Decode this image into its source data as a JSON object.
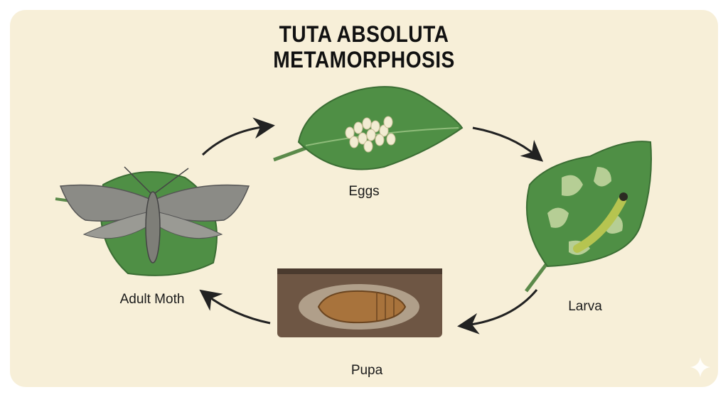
{
  "title": {
    "line1": "TUTA ABSOLUTA",
    "line2": "METAMORPHOSIS"
  },
  "stages": {
    "eggs": "Eggs",
    "larva": "Larva",
    "pupa": "Pupa",
    "adult": "Adult Moth"
  },
  "colors": {
    "background": "#f7efd8",
    "leaf": "#4f8f45",
    "arrow": "#222222",
    "soil": "#6e5644"
  },
  "icons": {
    "corner": "sparkle-icon"
  }
}
